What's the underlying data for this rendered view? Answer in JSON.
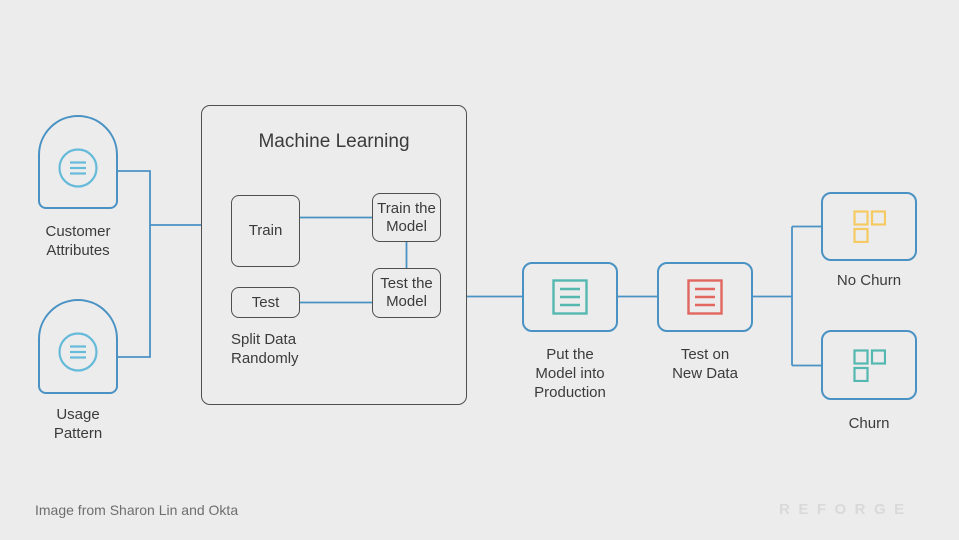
{
  "colors": {
    "background": "#ececec",
    "line_blue": "#4a92c4",
    "box_border_dark": "#4f4f4f",
    "text": "#3b3b3b",
    "icon_light_blue": "#66bada",
    "icon_teal": "#54b8b0",
    "icon_red": "#e2675f",
    "icon_yellow": "#f5ca63",
    "credit_text": "#6e6e6e",
    "logo_text": "#d9d9d9"
  },
  "icons": {
    "customer": "list-circle-icon",
    "usage": "list-circle-icon",
    "production": "document-lines-icon",
    "new_data": "document-lines-icon",
    "no_churn": "category-squares-icon",
    "churn": "category-squares-icon"
  },
  "diagram": {
    "customer": {
      "label": "Customer\nAttributes"
    },
    "usage": {
      "label": "Usage\nPattern"
    },
    "ml": {
      "title": "Machine Learning",
      "train": "Train",
      "test": "Test",
      "train_model": "Train the\nModel",
      "test_model": "Test the\nModel",
      "split_note": "Split Data\nRandomly"
    },
    "production": {
      "label": "Put the\nModel into\nProduction"
    },
    "new_data": {
      "label": "Test on\nNew Data"
    },
    "no_churn": {
      "label": "No Churn"
    },
    "churn": {
      "label": "Churn"
    }
  },
  "footer": {
    "credit": "Image from Sharon Lin and Okta",
    "logo": "REFORGE"
  }
}
